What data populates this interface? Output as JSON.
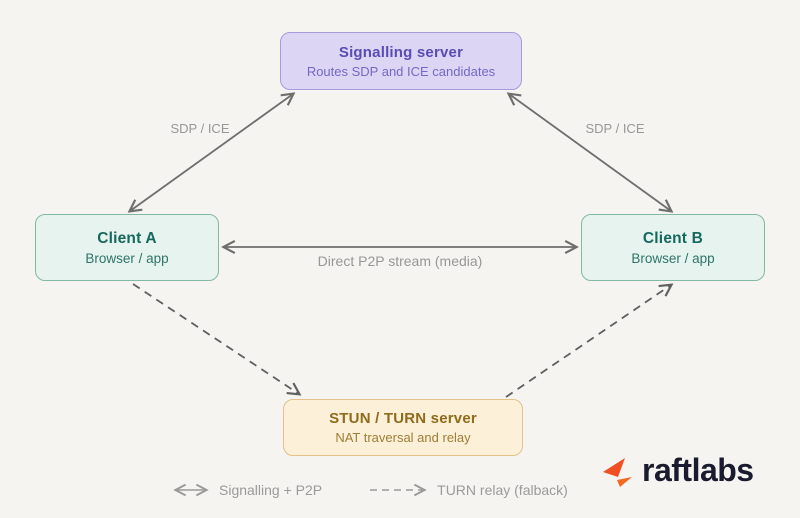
{
  "diagram": {
    "nodes": {
      "signalling": {
        "title": "Signalling server",
        "subtitle": "Routes SDP and ICE candidates",
        "bg": "#dcd6f4",
        "border": "#a79ade",
        "text": "#5a4cb4"
      },
      "client_a": {
        "title": "Client A",
        "subtitle": "Browser / app",
        "bg": "#e7f3ee",
        "border": "#84b8a6",
        "text": "#15685c"
      },
      "client_b": {
        "title": "Client B",
        "subtitle": "Browser / app",
        "bg": "#e7f3ee",
        "border": "#84b8a6",
        "text": "#15685c"
      },
      "stun_turn": {
        "title": "STUN / TURN server",
        "subtitle": "NAT traversal and relay",
        "bg": "#fcf0d8",
        "border": "#e6c089",
        "text": "#8e6c1c"
      }
    },
    "edge_labels": {
      "sdp_ice_left": "SDP / ICE",
      "sdp_ice_right": "SDP / ICE",
      "p2p": "Direct P2P stream (media)"
    },
    "legend": [
      {
        "icon": "double-arrow-icon",
        "style": "solid-double",
        "label": "Signalling + P2P"
      },
      {
        "icon": "dashed-arrow-icon",
        "style": "dashed-single",
        "label": "TURN relay (falback)"
      }
    ],
    "colors": {
      "background": "#f5f4f1",
      "arrow_solid": "#6e6e6e",
      "arrow_dashed": "#5f5f5f",
      "edge_label": "#979797"
    }
  },
  "logo": {
    "text": "raftlabs",
    "icon": "raftlabs-mark-icon",
    "accent": "#f04e23",
    "text_color": "#1b1b30"
  }
}
